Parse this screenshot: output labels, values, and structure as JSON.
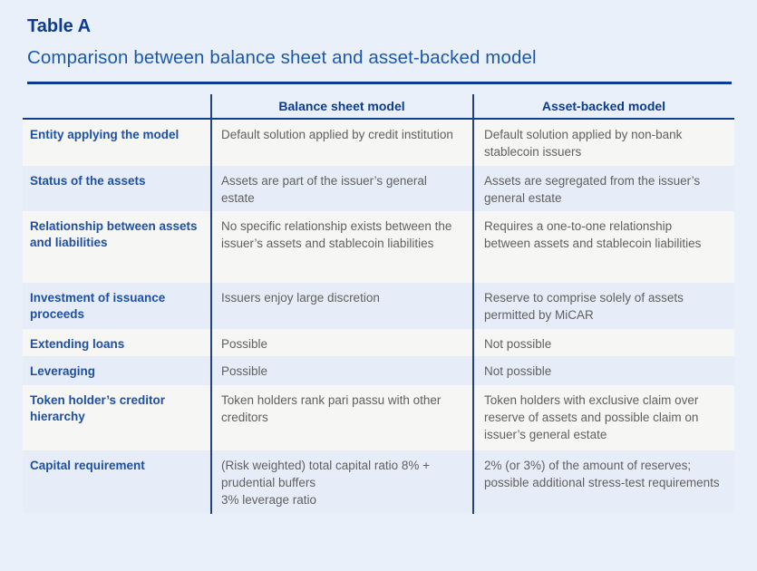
{
  "page": {
    "table_label": "Table A",
    "title": "Comparison between balance sheet and asset-backed model"
  },
  "colors": {
    "page_background": "#e9f0fa",
    "title_dark_blue": "#0b3b93",
    "subtitle_blue": "#1c58ae",
    "row_label_blue": "#1d50a4",
    "body_text_gray": "#606060",
    "divider_navy": "#26427d",
    "stripe_light": "#f6f6f4",
    "stripe_blue": "#e7edf8"
  },
  "table": {
    "columns": [
      "",
      "Balance sheet model",
      "Asset-backed model"
    ],
    "rows": [
      {
        "label": "Entity applying the model",
        "balance_sheet": "Default solution applied by credit institution",
        "asset_backed": "Default solution applied by non-bank stablecoin issuers"
      },
      {
        "label": "Status of the assets",
        "balance_sheet": "Assets are part of the issuer’s general estate",
        "asset_backed": "Assets are segregated from the issuer’s general estate"
      },
      {
        "label": "Relationship between assets and liabilities",
        "balance_sheet": "No specific relationship exists between the issuer’s assets and stablecoin liabilities",
        "asset_backed": "Requires a one-to-one relationship between assets and stablecoin liabilities"
      },
      {
        "label": "Investment of issuance proceeds",
        "balance_sheet": "Issuers enjoy large discretion",
        "asset_backed": "Reserve to comprise solely of assets permitted by MiCAR"
      },
      {
        "label": "Extending loans",
        "balance_sheet": "Possible",
        "asset_backed": "Not possible"
      },
      {
        "label": "Leveraging",
        "balance_sheet": "Possible",
        "asset_backed": "Not possible"
      },
      {
        "label": "Token holder’s creditor hierarchy",
        "balance_sheet": "Token holders rank pari passu with other creditors",
        "asset_backed": "Token holders with exclusive claim over reserve of assets and possible claim on issuer’s general estate"
      },
      {
        "label": "Capital requirement",
        "balance_sheet": "(Risk weighted) total capital ratio 8% + prudential buffers\n3% leverage ratio",
        "asset_backed": "2% (or 3%) of the amount of reserves; possible additional stress-test requirements"
      }
    ]
  }
}
